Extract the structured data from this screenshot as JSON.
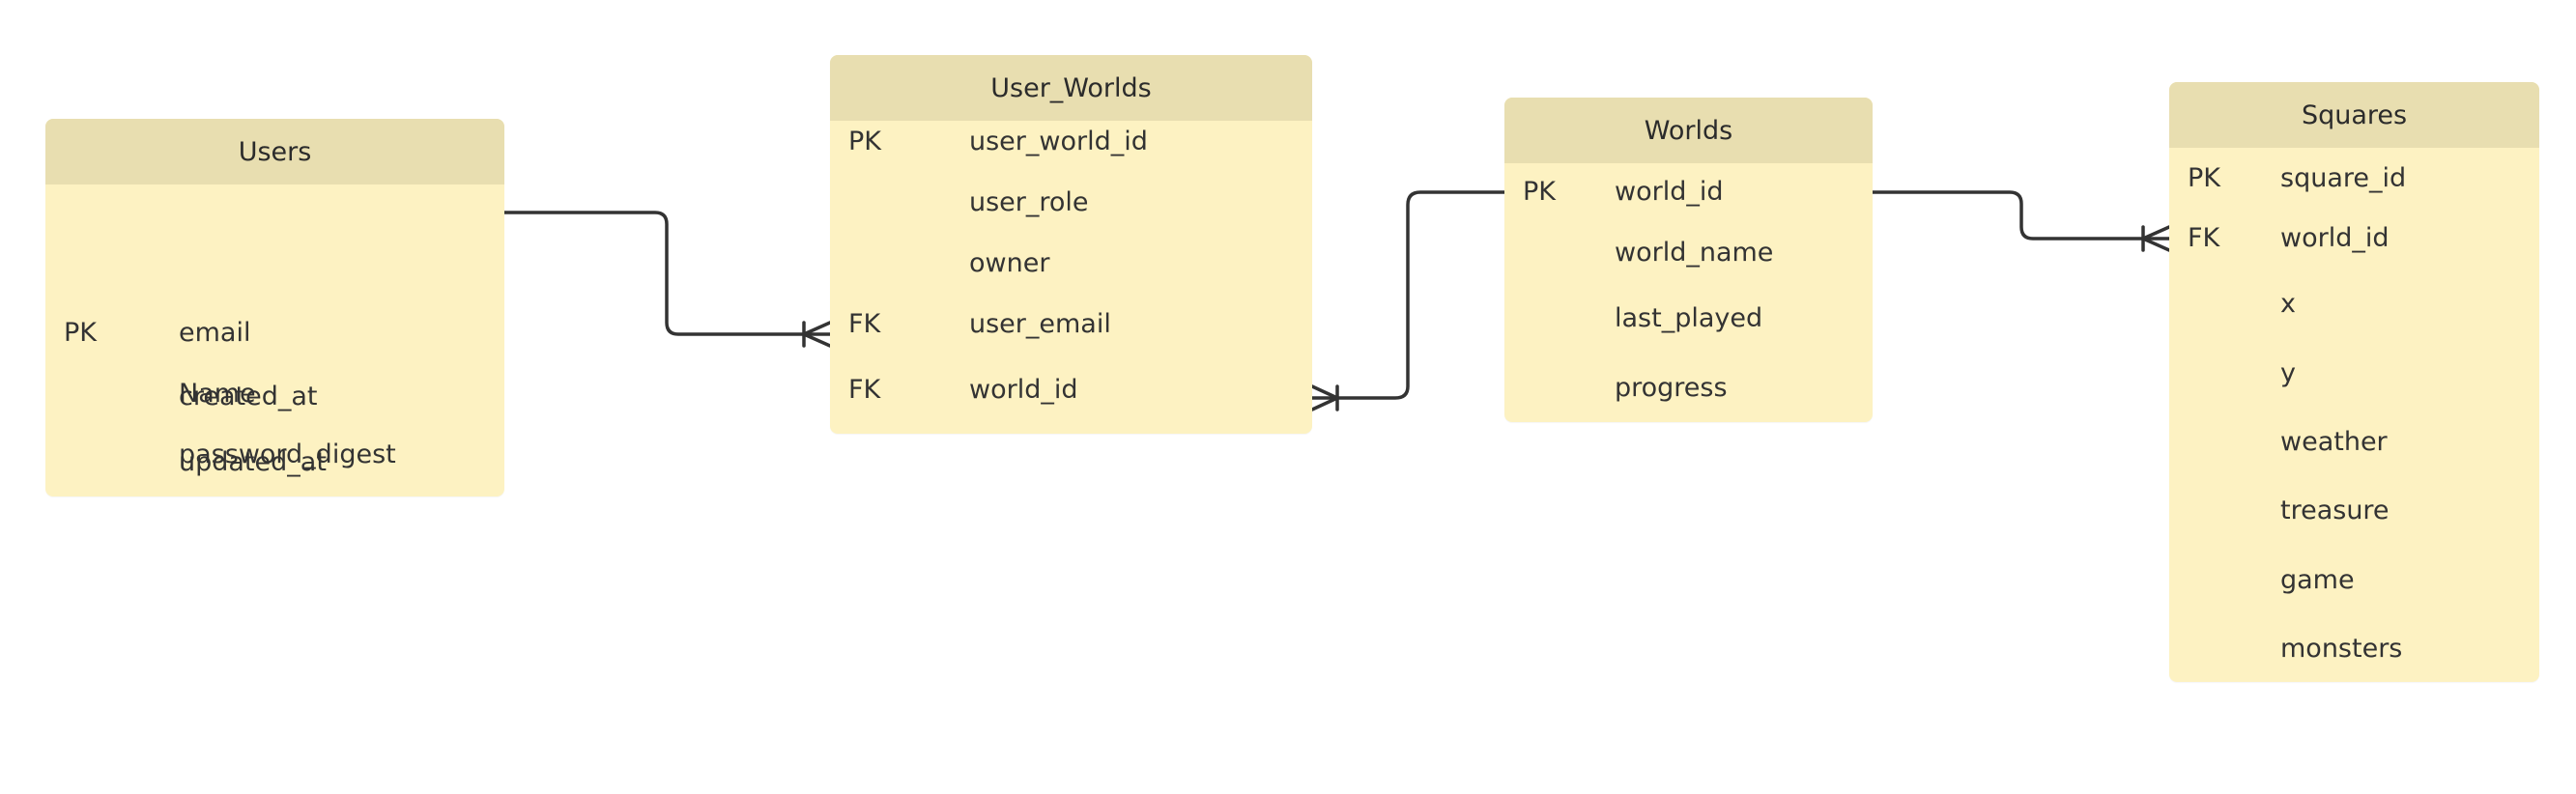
{
  "diagram": {
    "entities": {
      "users": {
        "title": "Users",
        "rows": [
          {
            "key": "PK",
            "field": "email"
          },
          {
            "key": "",
            "field": "Name"
          },
          {
            "key": "",
            "field": "password_digest"
          },
          {
            "key": "",
            "field": "created_at"
          },
          {
            "key": "",
            "field": "updated_at"
          }
        ]
      },
      "user_worlds": {
        "title": "User_Worlds",
        "rows": [
          {
            "key": "PK",
            "field": "user_world_id"
          },
          {
            "key": "",
            "field": "user_role"
          },
          {
            "key": "",
            "field": "owner"
          },
          {
            "key": "FK",
            "field": "user_email"
          },
          {
            "key": "FK",
            "field": "world_id"
          }
        ]
      },
      "worlds": {
        "title": "Worlds",
        "rows": [
          {
            "key": "PK",
            "field": "world_id"
          },
          {
            "key": "",
            "field": "world_name"
          },
          {
            "key": "",
            "field": "last_played"
          },
          {
            "key": "",
            "field": "progress"
          }
        ]
      },
      "squares": {
        "title": "Squares",
        "rows": [
          {
            "key": "PK",
            "field": "square_id"
          },
          {
            "key": "FK",
            "field": "world_id"
          },
          {
            "key": "",
            "field": "x"
          },
          {
            "key": "",
            "field": "y"
          },
          {
            "key": "",
            "field": "weather"
          },
          {
            "key": "",
            "field": "treasure"
          },
          {
            "key": "",
            "field": "game"
          },
          {
            "key": "",
            "field": "monsters"
          }
        ]
      }
    },
    "relationships": [
      {
        "from": "Users.email",
        "to": "User_Worlds.user_email",
        "from_cardinality": "one",
        "to_cardinality": "one-or-many"
      },
      {
        "from": "Worlds.world_id",
        "to": "User_Worlds.world_id",
        "from_cardinality": "one",
        "to_cardinality": "one-or-many"
      },
      {
        "from": "Worlds.world_id",
        "to": "Squares.world_id",
        "from_cardinality": "one",
        "to_cardinality": "one-or-many"
      }
    ],
    "colors": {
      "entity_header": "#e8deb0",
      "entity_body": "#fdf2c2",
      "connector": "#333333",
      "text": "#2b2b2b"
    }
  }
}
